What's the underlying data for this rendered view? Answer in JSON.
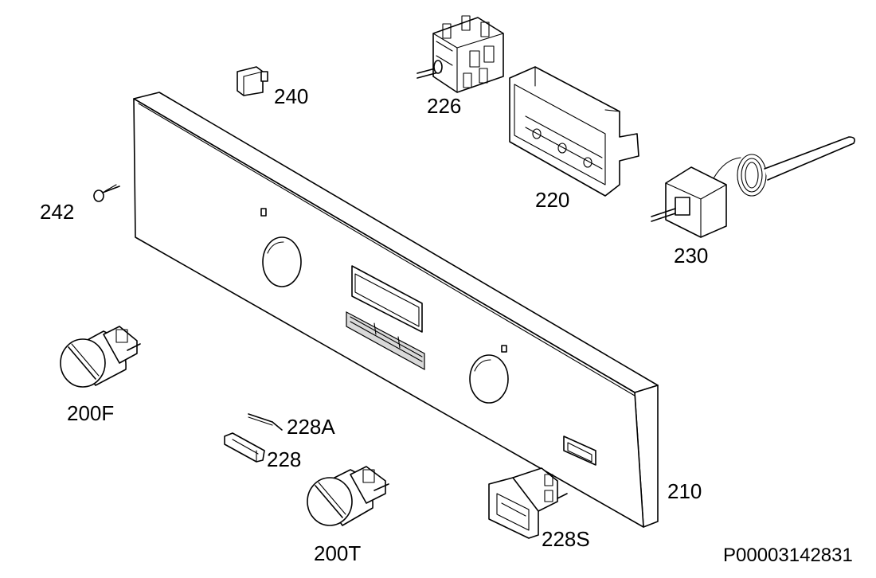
{
  "labels": {
    "p240": "240",
    "p226": "226",
    "p220": "220",
    "p242": "242",
    "p230": "230",
    "p200f": "200F",
    "p228a": "228A",
    "p228": "228",
    "p210": "210",
    "p200t": "200T",
    "p228s": "228S"
  },
  "reference": "P00003142831"
}
